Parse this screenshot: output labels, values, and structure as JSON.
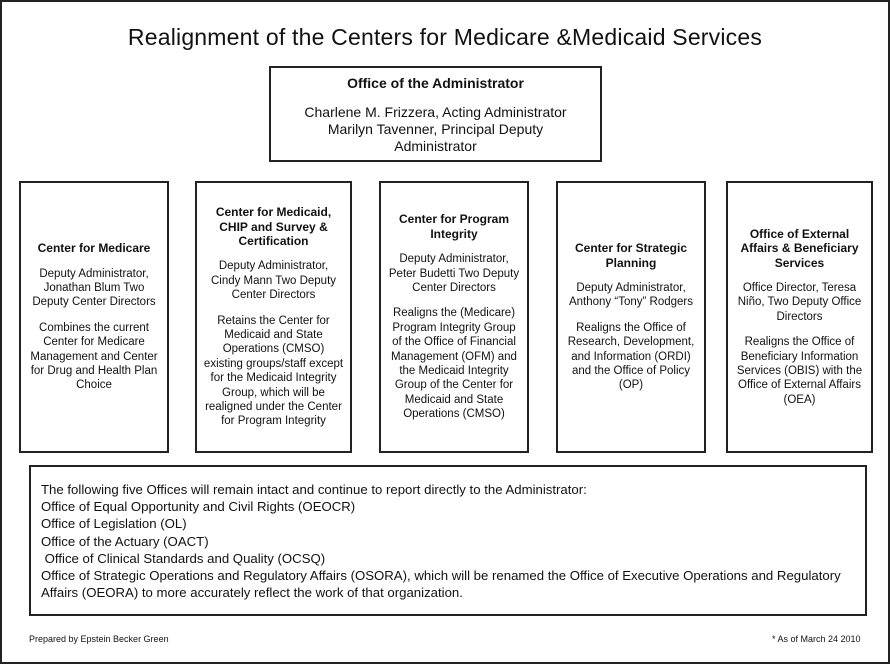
{
  "title": "Realignment of the Centers for Medicare &Medicaid Services",
  "administrator": {
    "heading": "Office of the Administrator",
    "lines": [
      "Charlene M. Frizzera, Acting Administrator",
      "Marilyn Tavenner, Principal Deputy",
      "Administrator"
    ]
  },
  "centers": [
    {
      "title": "Center for Medicare",
      "deputy": "Deputy Administrator, Jonathan Blum Two Deputy Center Directors",
      "description": "Combines the current Center for Medicare Management and Center for Drug and Health Plan Choice"
    },
    {
      "title": "Center for Medicaid, CHIP and Survey & Certification",
      "deputy": "Deputy Administrator, Cindy Mann Two Deputy Center Directors",
      "description": "Retains the Center for Medicaid and State Operations (CMSO) existing groups/staff except for the Medicaid Integrity Group, which will be realigned under the Center for Program Integrity"
    },
    {
      "title": "Center for Program Integrity",
      "deputy": "Deputy Administrator, Peter Budetti Two Deputy Center Directors",
      "description": "Realigns the (Medicare) Program Integrity Group of the Office of Financial Management (OFM) and the Medicaid Integrity Group of the Center for Medicaid and State Operations (CMSO)"
    },
    {
      "title": "Center for Strategic Planning",
      "deputy": "Deputy Administrator, Anthony “Tony” Rodgers",
      "description": "Realigns the Office of Research, Development, and Information (ORDI) and the Office of Policy (OP)"
    },
    {
      "title": "Office of External Affairs & Beneficiary Services",
      "deputy": "Office Director, Teresa Niño, Two Deputy Office Directors",
      "description": "Realigns the Office of Beneficiary Information Services (OBIS) with the Office of External Affairs (OEA)"
    }
  ],
  "offices": {
    "intro": "The following five Offices will remain intact and continue to report directly to the Administrator:",
    "items": [
      "Office of Equal Opportunity and Civil Rights (OEOCR)",
      "Office of Legislation (OL)",
      "Office of the Actuary (OACT)",
      " Office of Clinical Standards and Quality (OCSQ)",
      "Office of Strategic Operations and Regulatory Affairs (OSORA), which will be renamed the Office of Executive Operations and Regulatory Affairs (OEORA) to more accurately reflect the work of that organization."
    ]
  },
  "footer": {
    "prepared_by": "Prepared by Epstein Becker Green",
    "as_of": "* As of March 24 2010"
  }
}
